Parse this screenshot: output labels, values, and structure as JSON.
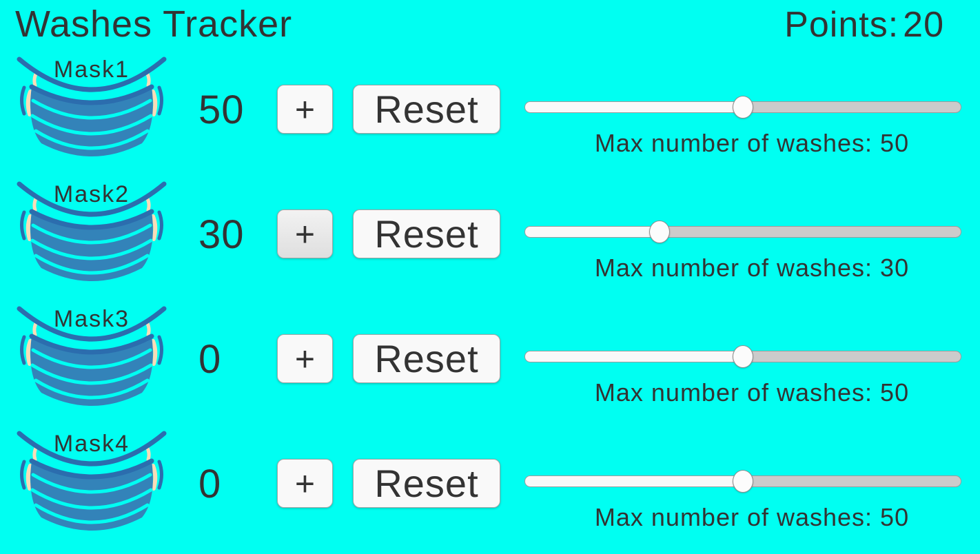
{
  "header": {
    "title": "Washes Tracker",
    "points_label": "Points:",
    "points_value": "20"
  },
  "rows": [
    {
      "mask_label": "Mask1",
      "count": "50",
      "plus_label": "+",
      "reset_label": "Reset",
      "slider_percent": 50,
      "max_washes_label": "Max number of washes: 50",
      "plus_button_shaded": false
    },
    {
      "mask_label": "Mask2",
      "count": "30",
      "plus_label": "+",
      "reset_label": "Reset",
      "slider_percent": 30,
      "max_washes_label": "Max number of washes: 30",
      "plus_button_shaded": true
    },
    {
      "mask_label": "Mask3",
      "count": "0",
      "plus_label": "+",
      "reset_label": "Reset",
      "slider_percent": 50,
      "max_washes_label": "Max number of washes: 50",
      "plus_button_shaded": false
    },
    {
      "mask_label": "Mask4",
      "count": "0",
      "plus_label": "+",
      "reset_label": "Reset",
      "slider_percent": 50,
      "max_washes_label": "Max number of washes: 50",
      "plus_button_shaded": false
    }
  ],
  "icons": {
    "mask_icon": "face-mask-icon"
  },
  "colors": {
    "background": "#00fff2",
    "text_color": "#333333",
    "mask_body": "#3383b9",
    "mask_band": "#2b6dae",
    "mask_skin": "#f8dcb8",
    "button_bg": "#f9f9f9",
    "button_border": "#a6a6a6",
    "slider_fill": "#f9f9f9",
    "slider_track": "#cbcbcb",
    "slider_thumb": "#fcfcfc"
  }
}
